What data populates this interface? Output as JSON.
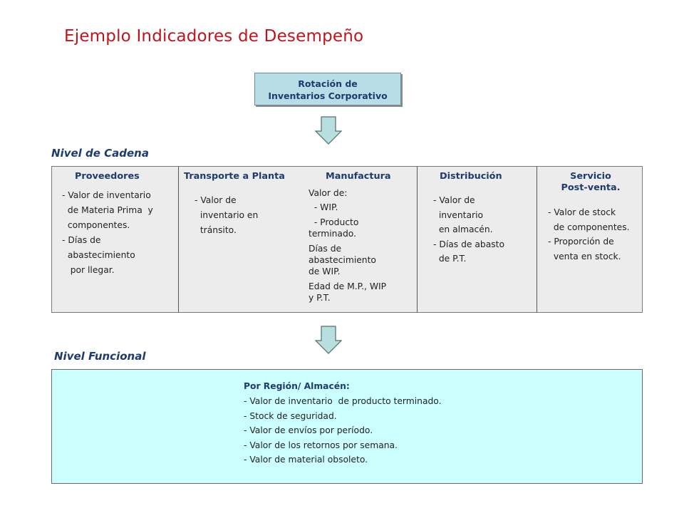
{
  "title": "Ejemplo Indicadores de Desempeño",
  "top_box": {
    "line1": "Rotación de",
    "line2": "Inventarios Corporativo"
  },
  "colors": {
    "title": "#c0141c",
    "heading": "#1f3a6e",
    "top_box_fill": "#b7dde6",
    "arrow_fill": "#b8dfdf",
    "chain_fill": "#ececec",
    "funcional_fill": "#ccffff"
  },
  "nivel_cadena": {
    "label": "Nivel de Cadena",
    "columns": [
      {
        "heading": [
          "Proveedores"
        ],
        "lines": [
          "- Valor de inventario",
          "  de Materia Prima  y",
          "  componentes.",
          "- Días de",
          "  abastecimiento",
          "   por llegar."
        ]
      },
      {
        "heading": [
          "Transporte a Planta"
        ],
        "lines": [
          "- Valor de",
          "  inventario en",
          "  tránsito."
        ]
      },
      {
        "heading": [
          "Manufactura"
        ],
        "lines": [
          "Valor de:",
          "  - WIP.",
          "  - Producto",
          "terminado.",
          "Días de",
          "abastecimiento",
          "de WIP.",
          "Edad de M.P., WIP",
          "y P.T."
        ]
      },
      {
        "heading": [
          "Distribución"
        ],
        "lines": [
          "- Valor de",
          "  inventario",
          "  en almacén.",
          "- Días de abasto",
          "  de P.T."
        ]
      },
      {
        "heading": [
          "Servicio",
          "Post-venta."
        ],
        "lines": [
          "- Valor de stock",
          "  de componentes.",
          "- Proporción de",
          "  venta en stock."
        ]
      }
    ]
  },
  "nivel_funcional": {
    "label": "Nivel Funcional",
    "heading": "Por Región/  Almacén:",
    "lines": [
      "- Valor de inventario  de producto terminado.",
      "- Stock de seguridad.",
      "- Valor de envíos por período.",
      "- Valor de los retornos por semana.",
      "- Valor de material obsoleto."
    ]
  }
}
